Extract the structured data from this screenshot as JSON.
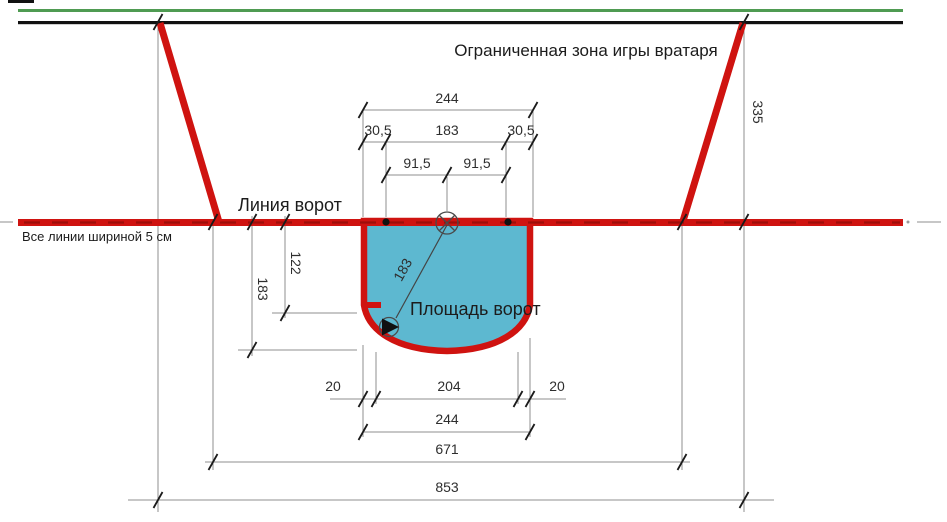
{
  "labels": {
    "restricted_zone": "Ограниченная зона игры вратаря",
    "goal_line": "Линия ворот",
    "goal_crease": "Площадь ворот",
    "line_width_note": "Все линии шириной 5 см"
  },
  "dimensions": {
    "crease_outer_width_top": "244",
    "post_offset_left": "30,5",
    "goal_inner_width": "183",
    "post_offset_right": "30,5",
    "half_width_left": "91,5",
    "half_width_right": "91,5",
    "side_depth": "122",
    "crease_depth": "183",
    "crease_radius": "183",
    "bottom_margin_left": "20",
    "bottom_inner_width": "204",
    "bottom_margin_right": "20",
    "crease_outer_width_bottom": "244",
    "zone_bottom_width": "671",
    "zone_top_width": "853",
    "zone_height": "335"
  },
  "colors": {
    "line_red": "#cf1310",
    "line_red_dash": "#9e0e0a",
    "crease_fill": "#5db8d0",
    "board_green": "#4f9b52",
    "board_black": "#111111",
    "dimension_gray": "#8f8f8f"
  }
}
